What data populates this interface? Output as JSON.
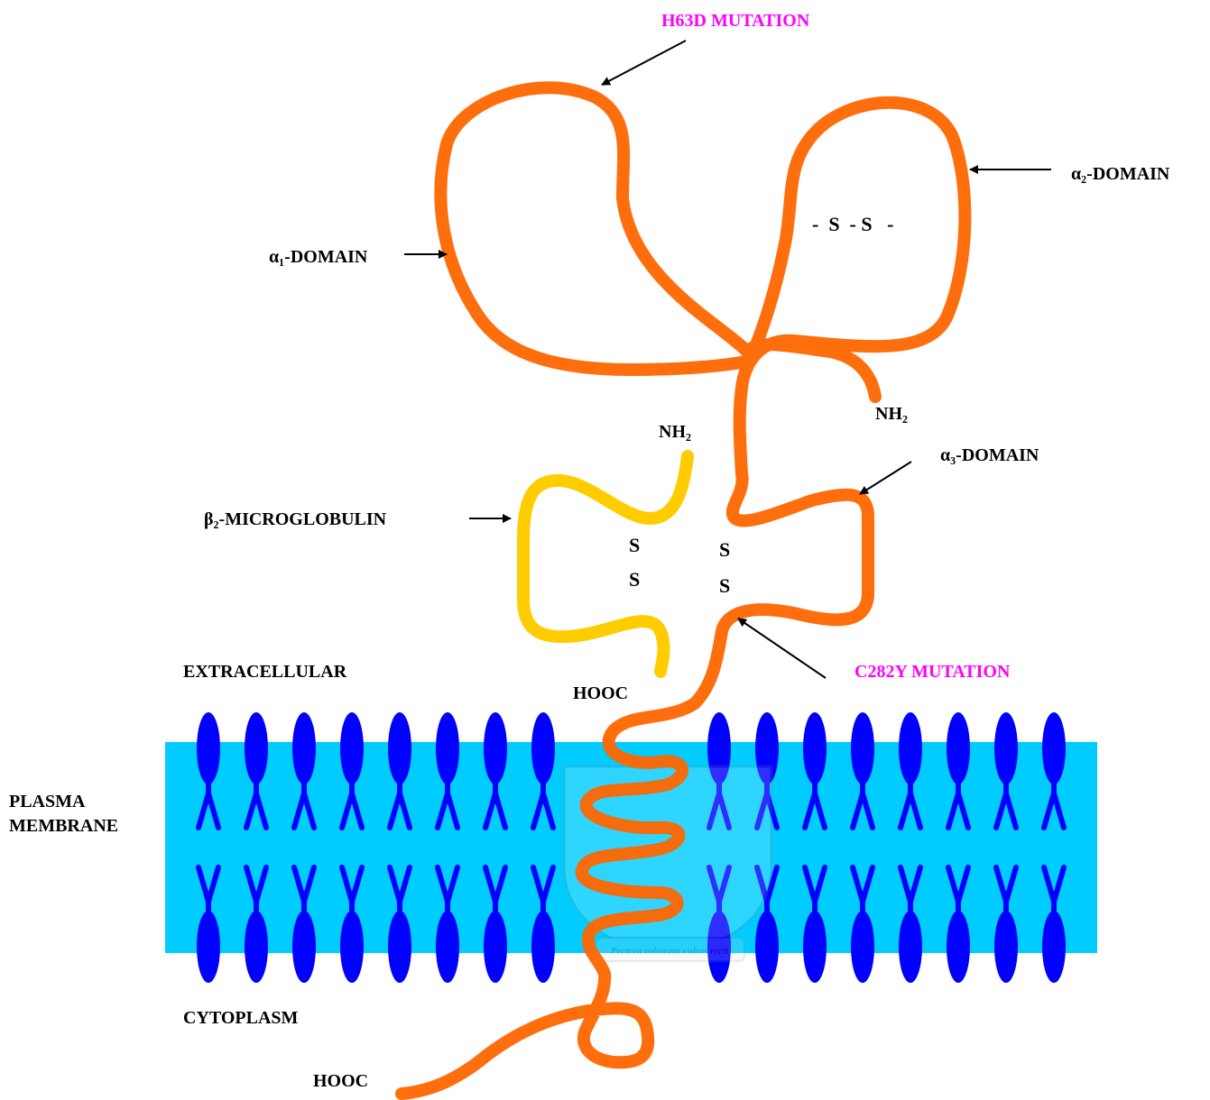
{
  "colors": {
    "alpha_chain": "#FF6600",
    "beta2_chain": "#FFCC00",
    "membrane": "#00CCFF",
    "lipid_head": "#0000FF",
    "mutation_label": "#FF00FF",
    "text": "#000000"
  },
  "labels": {
    "h63d": "H63D MUTATION",
    "c282y": "C282Y MUTATION",
    "alpha1": "α₁-DOMAIN",
    "alpha2": "α₂-DOMAIN",
    "alpha3": "α₃-DOMAIN",
    "beta2": "β₂-MICROGLOBULIN",
    "nh2_alpha": "NH₂",
    "nh2_beta": "NH₂",
    "hooc_beta": "HOOC",
    "hooc_alpha": "HOOC",
    "extracellular": "EXTRACELLULAR",
    "cytoplasm": "CYTOPLASM",
    "plasma": "PLASMA",
    "membrane": "MEMBRANE",
    "s": "S",
    "ss_bond": "-  S  - S   -",
    "watermark": "Pectora roborant cultus recti"
  }
}
